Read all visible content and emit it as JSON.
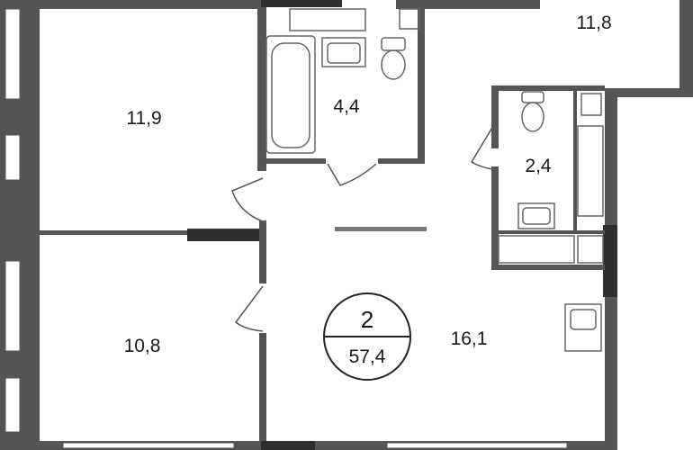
{
  "plan": {
    "colors": {
      "wall": "#555555",
      "wall_dark": "#2f2f2f",
      "fixture": "#777777",
      "background": "#ffffff"
    },
    "rooms": [
      {
        "id": "bedroom-top",
        "area": "11,9"
      },
      {
        "id": "bathroom",
        "area": "4,4"
      },
      {
        "id": "kitchen-top-right",
        "area": "11,8"
      },
      {
        "id": "wc",
        "area": "2,4"
      },
      {
        "id": "bedroom-bottom",
        "area": "10,8"
      },
      {
        "id": "living",
        "area": "16,1"
      }
    ],
    "badge": {
      "rooms": "2",
      "total_area": "57,4"
    }
  }
}
